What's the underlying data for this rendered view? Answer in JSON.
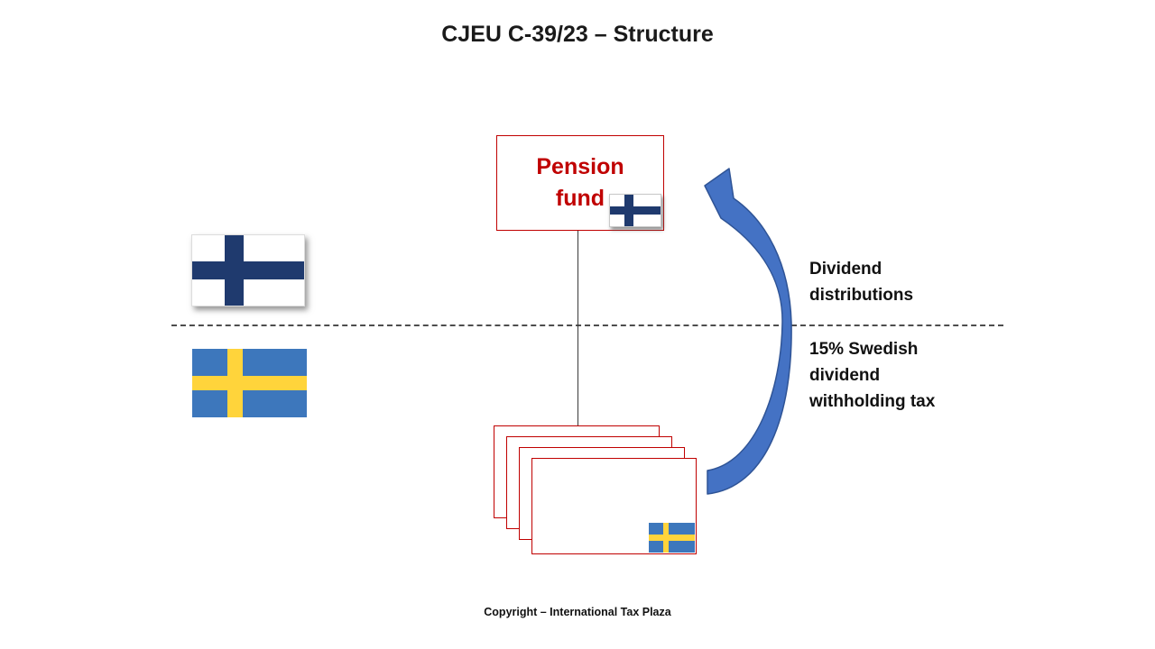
{
  "title": "CJEU C-39/23 – Structure",
  "pension_box": {
    "line1": "Pension",
    "line2": "fund"
  },
  "annotations": {
    "above_line": [
      "Dividend",
      "distributions"
    ],
    "below_line": [
      "15% Swedish",
      "dividend",
      "withholding tax"
    ]
  },
  "footer": {
    "copyright": "Copyright – International Tax Plaza"
  },
  "icons": {
    "finland_flag": "flag-finland",
    "sweden_flag": "flag-sweden",
    "curved_arrow": "curved-up-arrow"
  },
  "colors": {
    "accent_red": "#C00000",
    "title_text": "#1a1a1a",
    "arrow_fill": "#4472C4",
    "arrow_stroke": "#2F5496",
    "finland_cross": "#1F3A6E",
    "sweden_blue": "#3D77BC",
    "sweden_yellow": "#FFD43B"
  }
}
